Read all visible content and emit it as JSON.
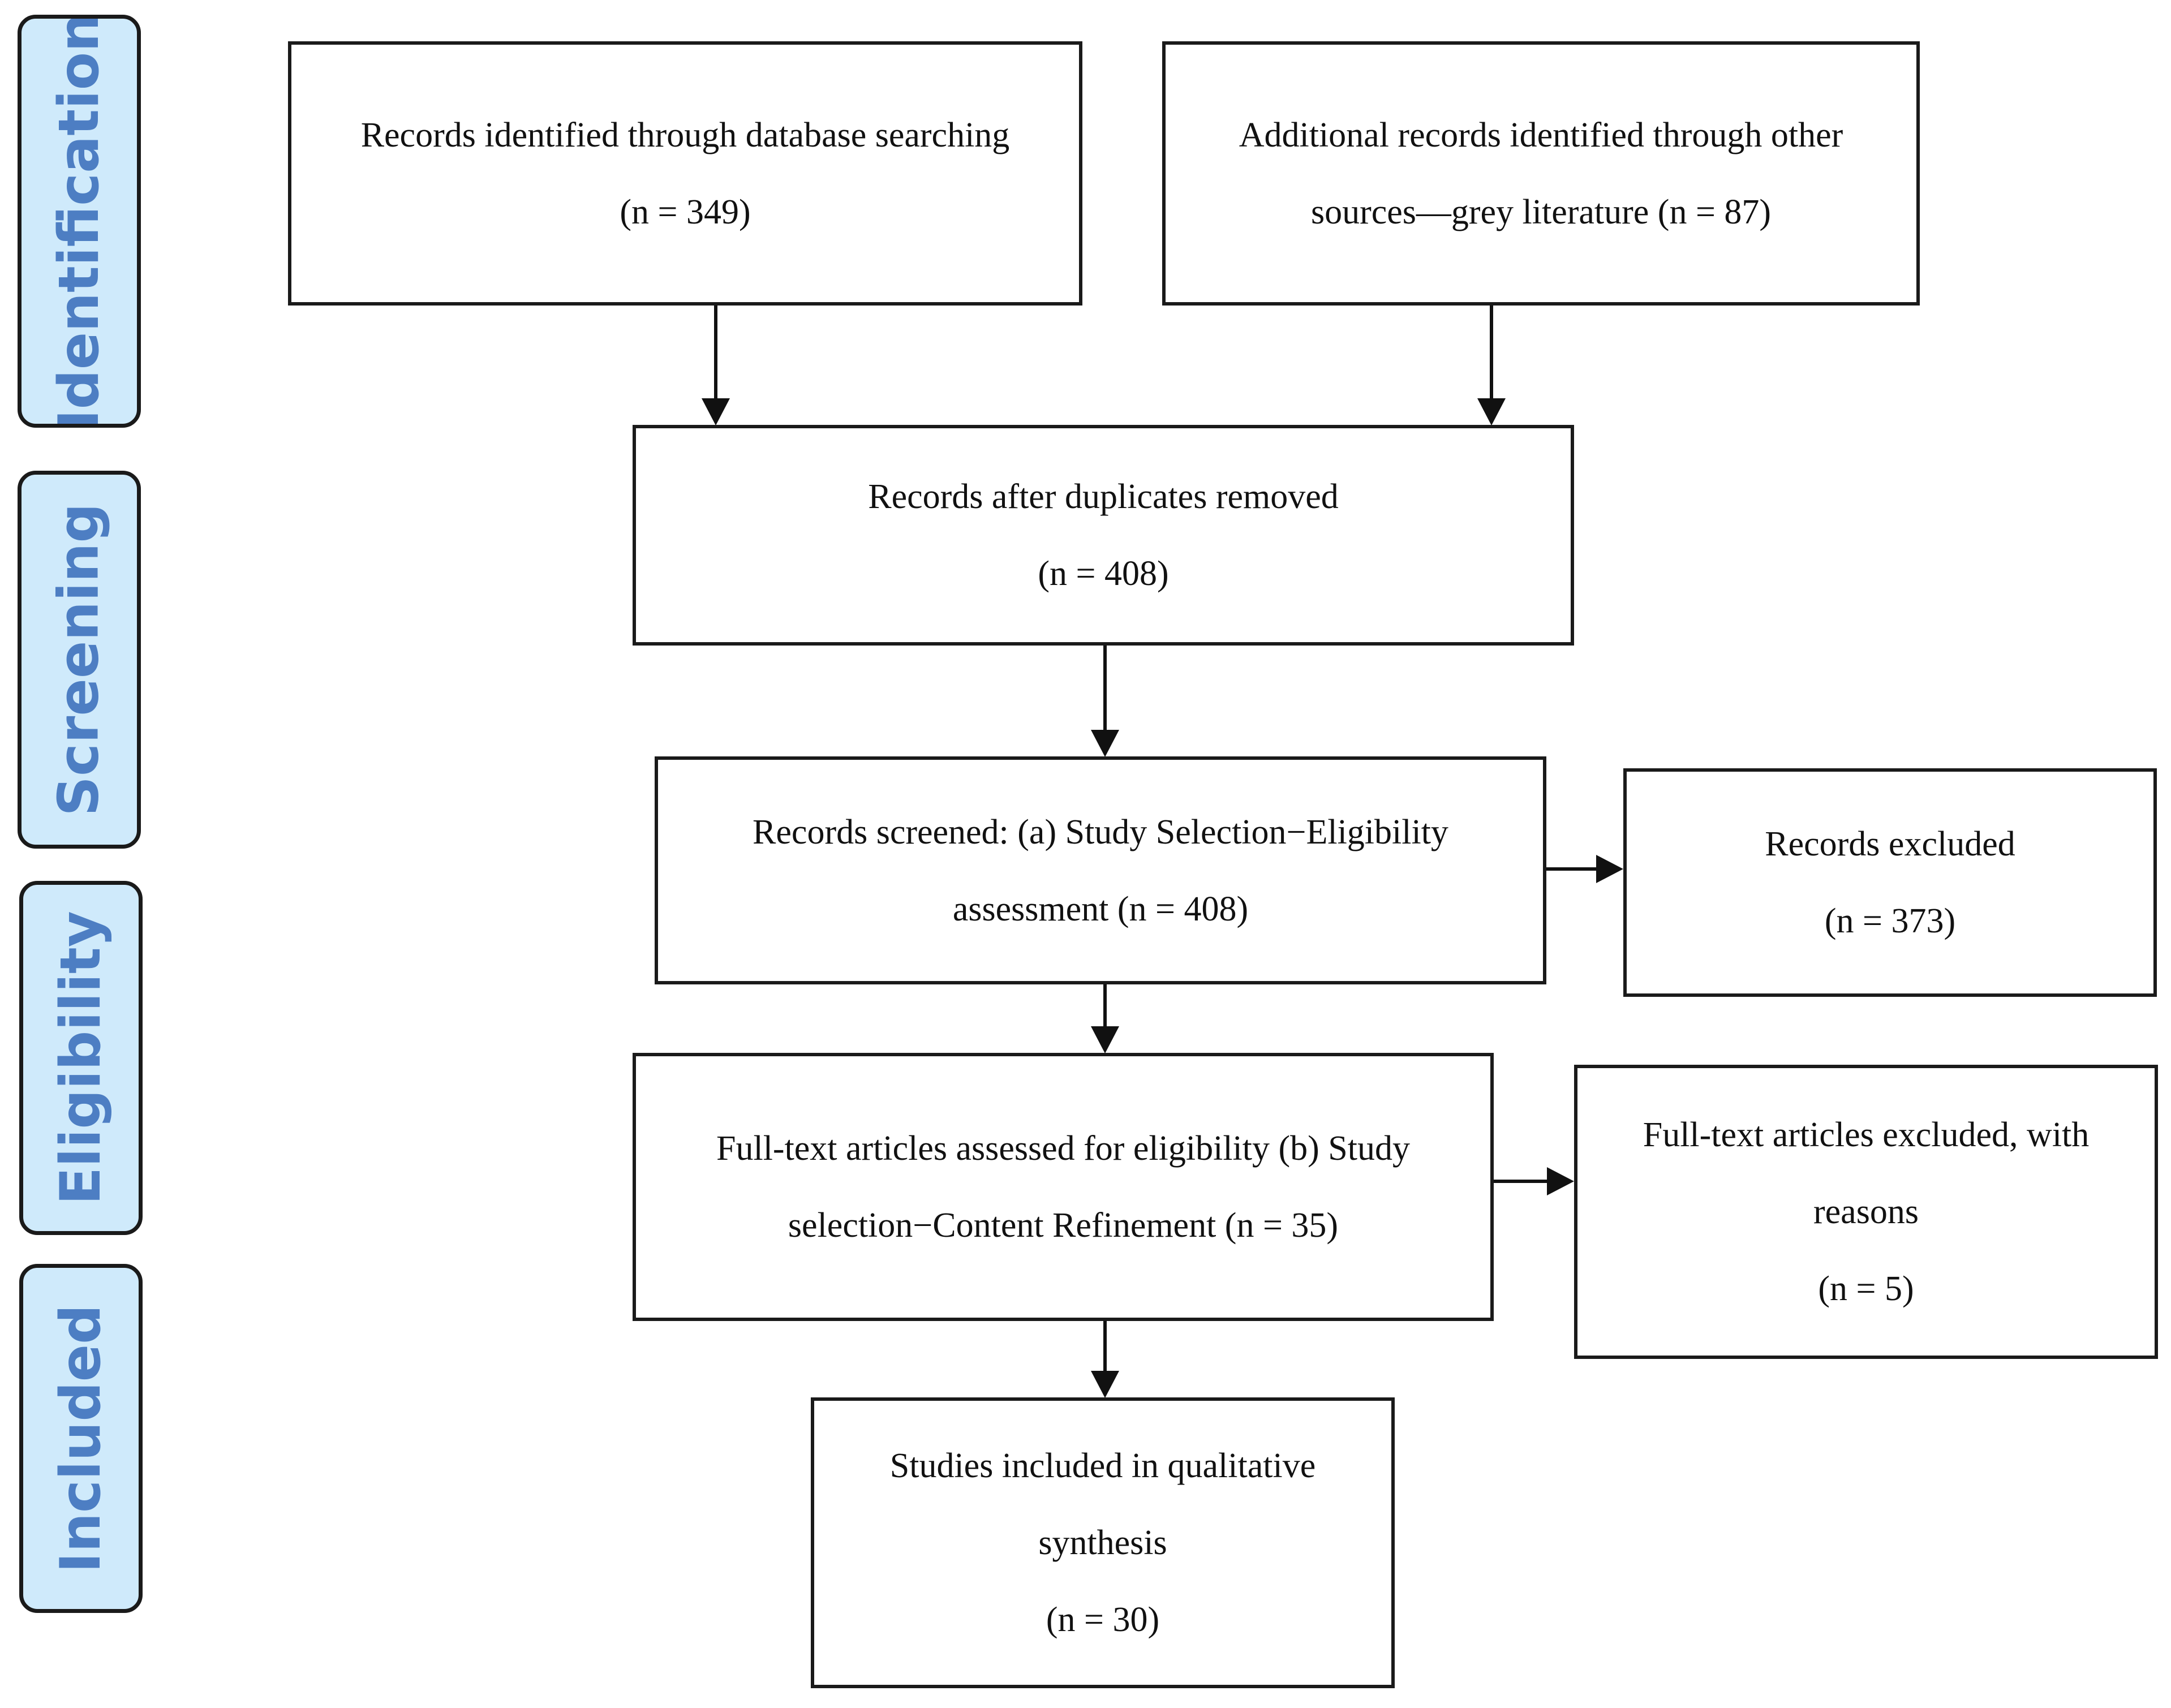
{
  "stages": {
    "identification": "Identification",
    "screening": "Screening",
    "eligibility": "Eligibility",
    "included": "Included"
  },
  "boxes": {
    "database_records": {
      "line1": "Records identified through database searching",
      "line2": "(n = 349)"
    },
    "other_sources": {
      "line1": "Additional records identified through other",
      "line2": "sources—grey literature (n = 87)"
    },
    "duplicates_removed": {
      "line1": "Records after duplicates removed",
      "line2": "(n = 408)"
    },
    "records_screened": {
      "line1": "Records screened: (a) Study Selection−Eligibility",
      "line2": "assessment (n = 408)"
    },
    "records_excluded": {
      "line1": "Records excluded",
      "line2": "(n = 373)"
    },
    "fulltext_assessed": {
      "line1": "Full-text articles assessed for eligibility (b) Study",
      "line2": "selection−Content Refinement (n = 35)"
    },
    "fulltext_excluded": {
      "line1": "Full-text articles excluded, with",
      "line2": "reasons",
      "line3": "(n = 5)"
    },
    "studies_included": {
      "line1": "Studies included in qualitative",
      "line2": "synthesis",
      "line3": "(n = 30)"
    }
  },
  "colors": {
    "stage_fill": "#cfeafb",
    "stage_text": "#4d7ec3",
    "border": "#1a1a1a"
  }
}
